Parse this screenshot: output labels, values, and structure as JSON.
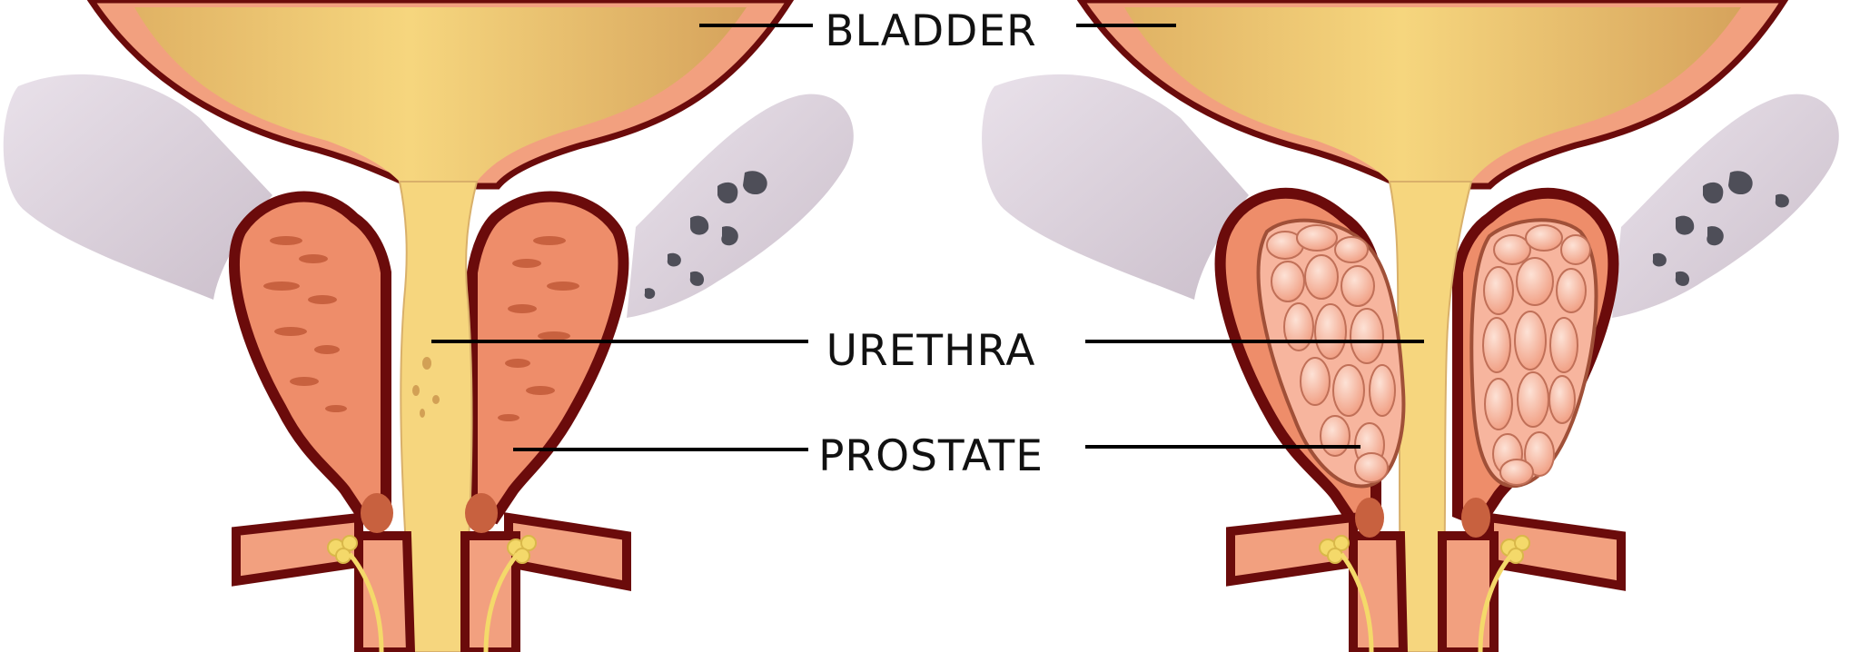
{
  "labels": {
    "bladder": "BLADDER",
    "urethra": "URETHRA",
    "prostate": "PROSTATE"
  },
  "colors": {
    "outline": "#6b0b0b",
    "wall": "#f2a07f",
    "urine_light": "#f6d67e",
    "urine_dark": "#d7a55d",
    "tissue": "#ee8d6a",
    "tissue_mark": "#c8613f",
    "gland_cell": "#f7b59e",
    "bone": "#dfd3df",
    "bone_spot": "#4e4e58",
    "nerve": "#f4d96a"
  }
}
